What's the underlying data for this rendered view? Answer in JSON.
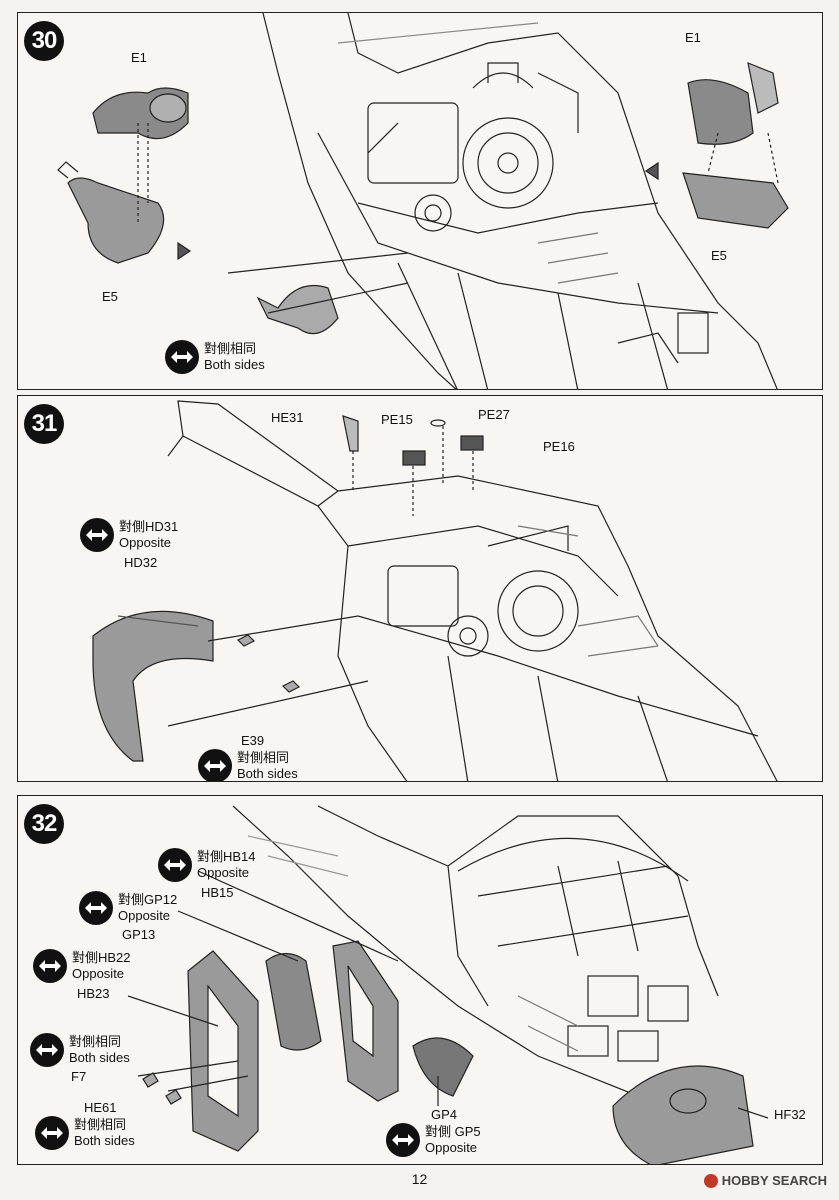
{
  "page_number": "12",
  "watermark": {
    "text": "HOBBY SEARCH"
  },
  "steps": [
    {
      "number": "30",
      "labels": {
        "e1_left": "E1",
        "e5_left": "E5",
        "e1_right": "E1",
        "e5_right": "E5"
      },
      "note": {
        "line1": "對側相同",
        "line2": "Both sides"
      }
    },
    {
      "number": "31",
      "labels": {
        "he31": "HE31",
        "pe15": "PE15",
        "pe27": "PE27",
        "pe16": "PE16",
        "e39": "E39"
      },
      "note_opposite": {
        "line1": "對側HD31",
        "line2": "Opposite",
        "line3": "HD32"
      },
      "note_both": {
        "line1": "對側相同",
        "line2": "Both sides"
      }
    },
    {
      "number": "32",
      "notes": [
        {
          "line1": "對側HB14",
          "line2": "Opposite",
          "line3": "HB15"
        },
        {
          "line1": "對側GP12",
          "line2": "Opposite",
          "line3": "GP13"
        },
        {
          "line1": "對側HB22",
          "line2": "Opposite",
          "line3": "HB23"
        },
        {
          "line1": "對側相同",
          "line2": "Both sides",
          "line3": "F7"
        },
        {
          "line0": "HE61",
          "line1": "對側相同",
          "line2": "Both sides"
        },
        {
          "line0": "GP4",
          "line1": "對側 GP5",
          "line2": "Opposite"
        }
      ],
      "labels": {
        "hf32": "HF32"
      }
    }
  ]
}
